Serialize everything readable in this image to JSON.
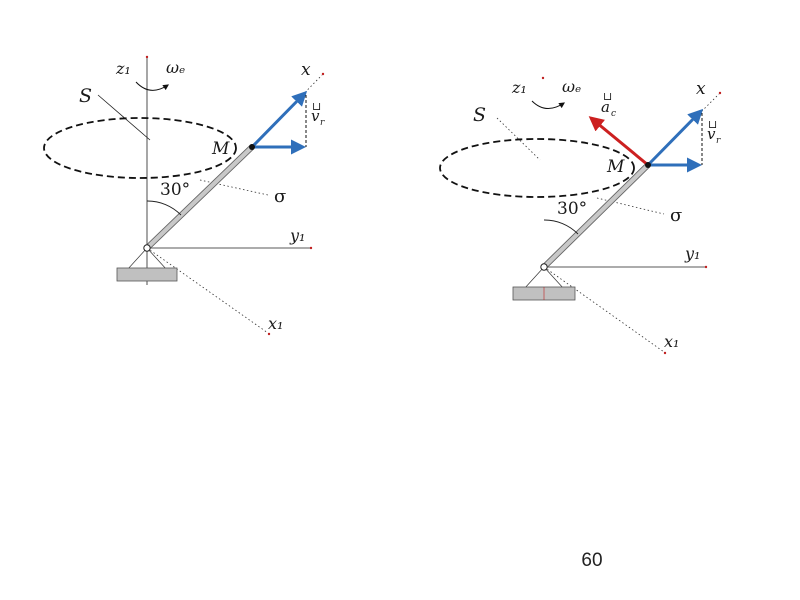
{
  "figures": [
    {
      "labels": {
        "z_axis": "z₁",
        "omega": "ωₑ",
        "surface": "S",
        "x_axis": "x",
        "point": "M",
        "vr_arrow": "⊔",
        "vr_letter": "v",
        "vr_sub": "r",
        "angle": "30°",
        "sigma": "σ",
        "y_axis": "y₁",
        "x1_axis": "x₁"
      }
    },
    {
      "labels": {
        "z_axis": "z₁",
        "omega": "ωₑ",
        "surface": "S",
        "x_axis": "x",
        "point": "M",
        "ac_arrow": "⊔",
        "ac_letter": "a",
        "ac_sub": "c",
        "vr_arrow": "⊔",
        "vr_letter": "v",
        "vr_sub": "r",
        "angle": "30°",
        "sigma": "σ",
        "y_axis": "y₁",
        "x1_axis": "x₁"
      }
    }
  ],
  "colors": {
    "velocity": "#2f6fba",
    "coriolis": "#cc2020",
    "axis_marker": "#c02020",
    "rod": "#c8c8c8",
    "base": "#c0c0c0"
  },
  "page_number": "60"
}
